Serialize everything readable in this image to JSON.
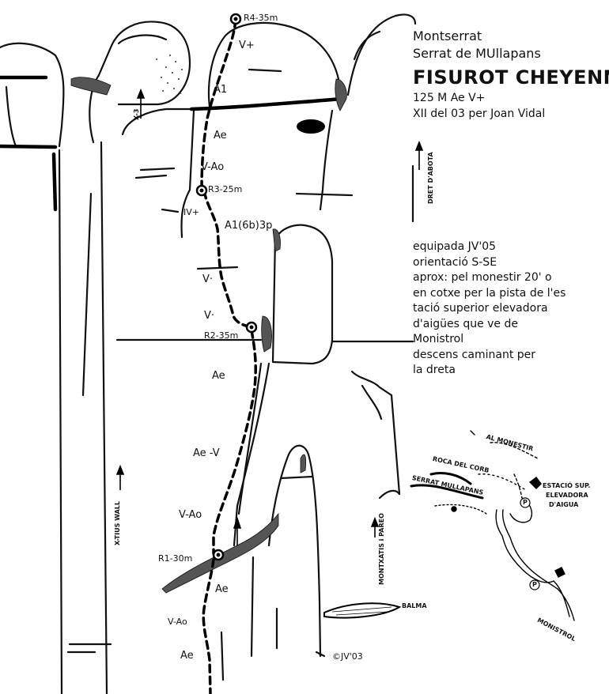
{
  "header": {
    "region": "Montserrat",
    "sector": "Serrat de MUllapans",
    "route_name": "FISUROT CHEYENNE",
    "grade_line": "125 M Ae V+",
    "first_ascent": "XII del 03 per Joan Vidal"
  },
  "info_lines": [
    "equipada JV'05",
    "orientació S-SE",
    "aprox: pel monestir 20' o",
    "en cotxe per la pista de l'es",
    "tació superior elevadora",
    "d'aigües que ve de",
    "Monistrol",
    "descens caminant per",
    "la dreta"
  ],
  "belays": {
    "r4": "R4-35m",
    "r3": "R3-25m",
    "r2": "R2-35m",
    "r1": "R1-30m"
  },
  "grades": {
    "v_plus_top": "V+",
    "a1": "A1",
    "ae_1": "Ae",
    "v_ao_1": "V-Ao",
    "iv_plus": "IV+",
    "a1_6b": "A1(6b)3p",
    "v_1": "V·",
    "v_2": "V·",
    "ae_2": "Ae",
    "ae_v": "Ae -V",
    "v_ao_2": "V-Ao",
    "ae_3": "Ae",
    "v_ao_3": "V-Ao",
    "ae_4": "Ae"
  },
  "side_labels": {
    "x3": "X-3",
    "dret_dabota": "DRET D'ABOTA",
    "xtius_wall": "X-TIUS WALL",
    "montxatis": "MONTXATIS i PAREO",
    "balma": "BALMA"
  },
  "approach_map": {
    "al_monestir": "AL MONESTIR",
    "roca_del_corb": "ROCA DEL CORB",
    "serrat_mullapans": "SERRAT MULLAPANS",
    "estacio_line1": "ESTACIÓ SUP.",
    "estacio_line2": "ELEVADORA",
    "estacio_line3": "D'AIGUA",
    "monistrol": "MONISTROL",
    "p1": "P",
    "p2": "P"
  },
  "copyright": "©JV'03"
}
